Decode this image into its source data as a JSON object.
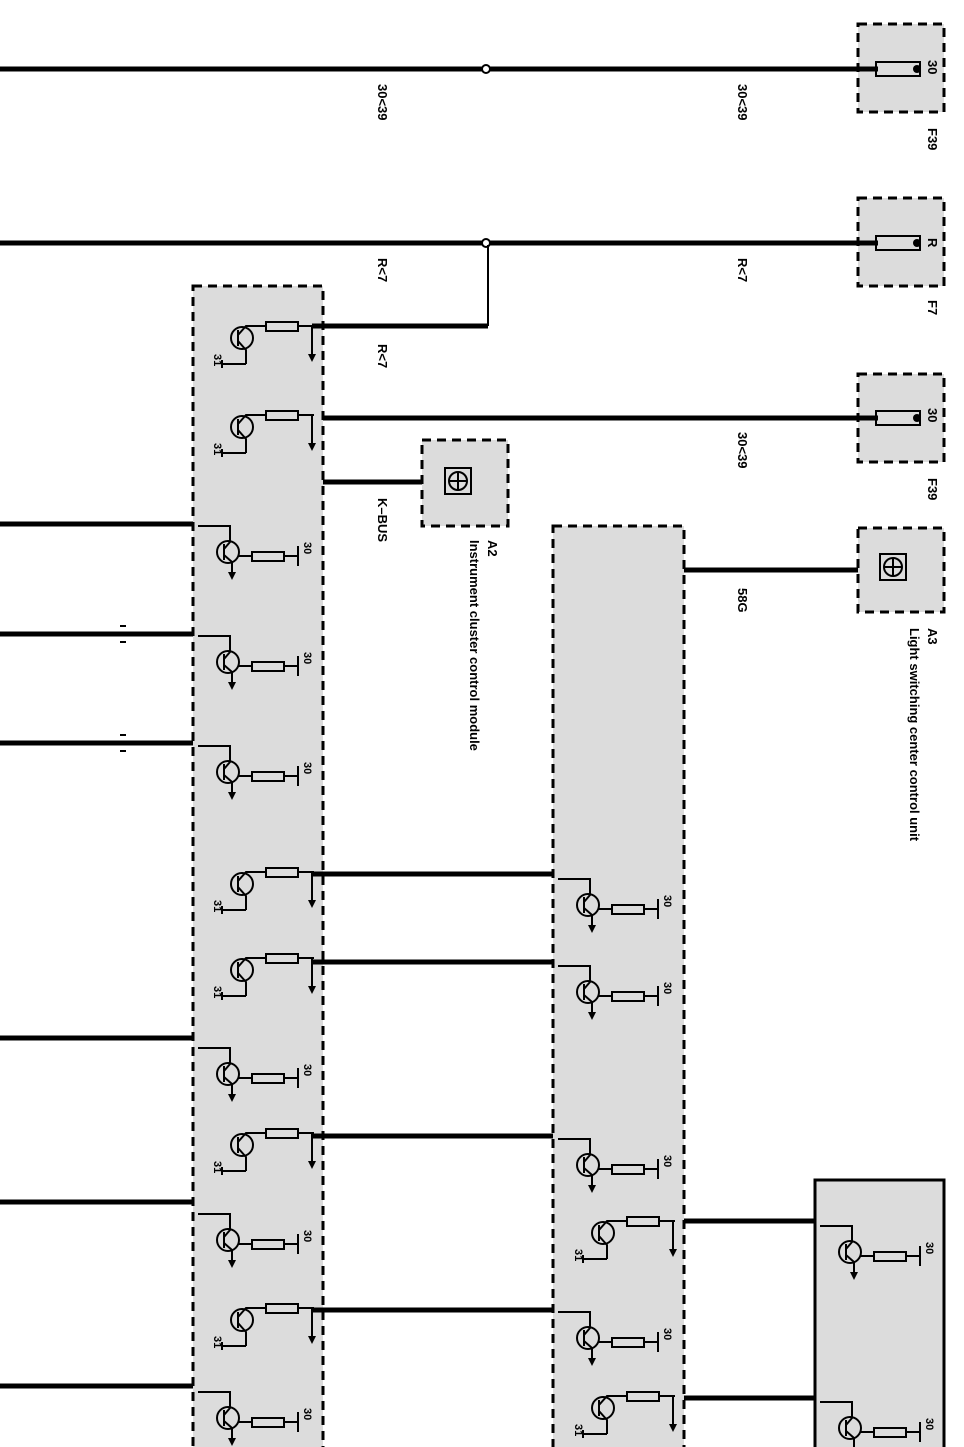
{
  "components": {
    "f39_top": {
      "id": "F39",
      "pin": "30"
    },
    "f7": {
      "id": "F7",
      "pin": "R"
    },
    "f39_mid": {
      "id": "F39",
      "pin": "30"
    },
    "a3": {
      "id": "A3",
      "name": "Light switching center control unit"
    },
    "a2": {
      "id": "A2",
      "name": "Instrument cluster control module"
    }
  },
  "wire_labels": {
    "w1_left": "30<39",
    "w1_right": "30<39",
    "w2_left": "R<7",
    "w2_right": "R<7",
    "w3": "R<7",
    "w4": "30<39",
    "kbus": "K–BUS",
    "w58g": "58G"
  },
  "pin_labels": {
    "ground": "31",
    "supply": "30"
  }
}
